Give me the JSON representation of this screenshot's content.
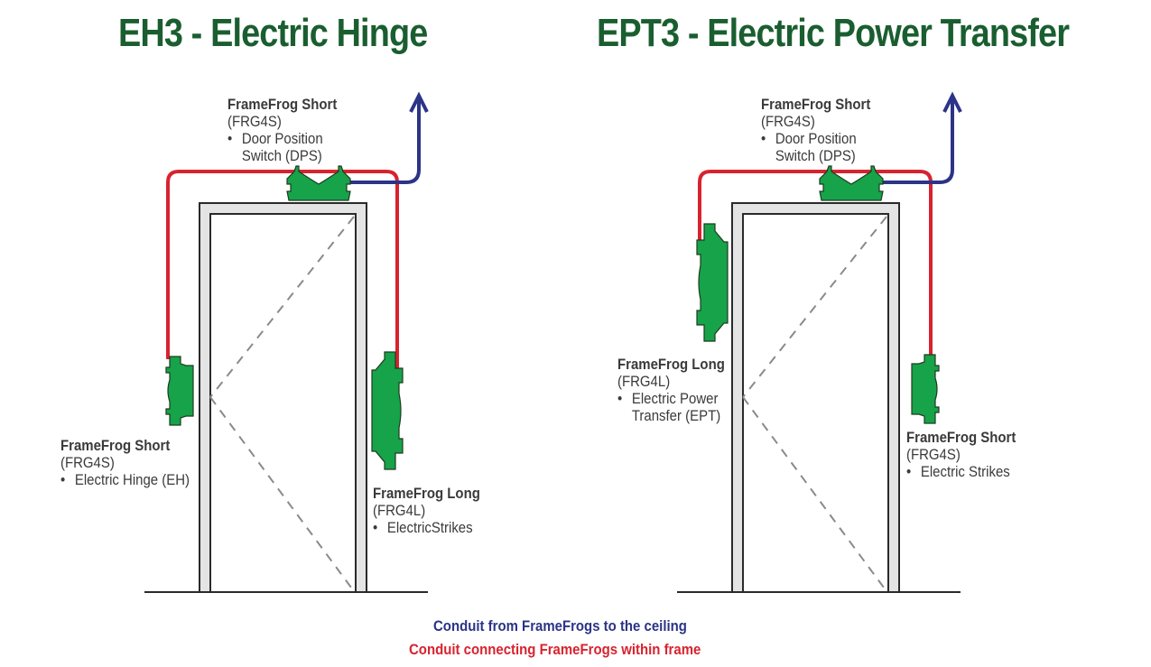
{
  "titles": {
    "left": "EH3 - Electric Hinge",
    "right": "EPT3 - Electric Power Transfer"
  },
  "colors": {
    "title_green": "#1a5e30",
    "framefrog_green": "#16a34a",
    "conduit_blue": "#2b3487",
    "conduit_red": "#d8232f",
    "frame_gray": "#e4e4e4",
    "text_gray": "#3a3a3a"
  },
  "left_diagram": {
    "top_label": {
      "name": "FrameFrog Short",
      "code": "(FRG4S)",
      "bullet_line1": "Door Position",
      "bullet_line2": "Switch (DPS)"
    },
    "hinge_label": {
      "name": "FrameFrog Short",
      "code": "(FRG4S)",
      "bullet": "Electric Hinge (EH)"
    },
    "strike_label": {
      "name": "FrameFrog Long",
      "code": "(FRG4L)",
      "bullet": "ElectricStrikes"
    }
  },
  "right_diagram": {
    "top_label": {
      "name": "FrameFrog Short",
      "code": "(FRG4S)",
      "bullet_line1": "Door Position",
      "bullet_line2": "Switch (DPS)"
    },
    "hinge_label": {
      "name": "FrameFrog Long",
      "code": "(FRG4L)",
      "bullet_line1": "Electric Power",
      "bullet_line2": "Transfer (EPT)"
    },
    "strike_label": {
      "name": "FrameFrog Short",
      "code": "(FRG4S)",
      "bullet": "Electric Strikes"
    }
  },
  "legend": {
    "blue": "Conduit from FrameFrogs to the ceiling",
    "red": "Conduit connecting FrameFrogs within frame"
  }
}
